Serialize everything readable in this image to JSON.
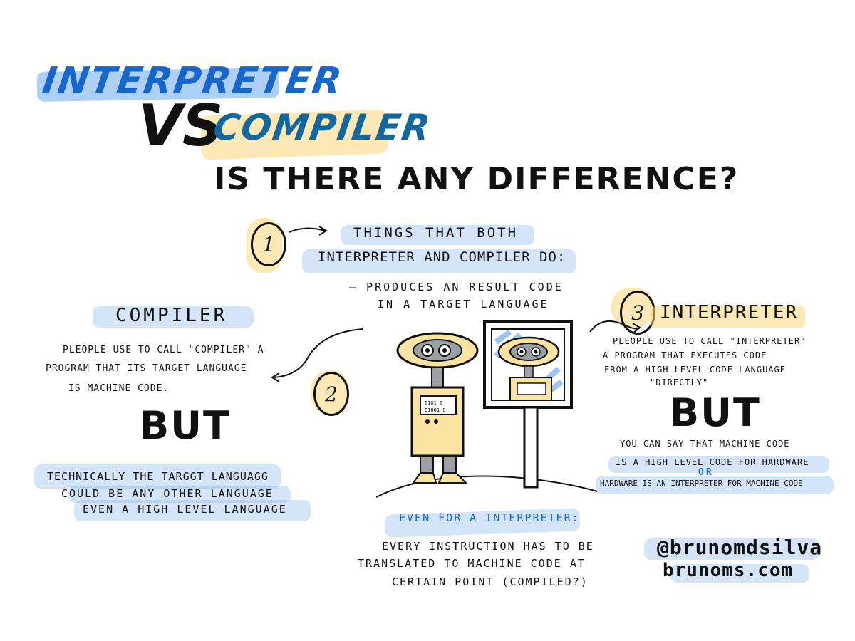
{
  "title": {
    "line1": "INTERPRETER",
    "vs": "VS",
    "line2": "COMPILER",
    "question": "IS THERE ANY DIFFERENCE?"
  },
  "section1": {
    "number": "1",
    "heading_line1": "THINGS THAT BOTH",
    "heading_line2": "INTERPRETER AND COMPILER DO:",
    "point_line1": "— PRODUCES AN RESULT CODE",
    "point_line2": "IN A TARGET LANGUAGE"
  },
  "section2": {
    "number": "2",
    "heading": "COMPILER",
    "desc_line1": "PLEOPLE USE TO CALL \"COMPILER\" A",
    "desc_line2": "PROGRAM THAT ITS TARGET LANGUAGE",
    "desc_line3": "IS MACHINE CODE.",
    "but": "BUT",
    "note_line1": "TECHNICALLY THE TARGGT LANGUAGG",
    "note_line2": "COULD BE ANY OTHER LANGUAGE",
    "note_line3": "EVEN A HIGH LEVEL LANGUAGE"
  },
  "section3": {
    "number": "3",
    "heading": "INTERPRETER",
    "desc_line1": "PLEOPLE USE TO CALL \"INTERPRETER\"",
    "desc_line2": "A PROGRAM THAT EXECUTES CODE",
    "desc_line3": "FROM A HIGH LEVEL CODE LANGUAGE",
    "desc_line4": "\"DIRECTLY\"",
    "but": "BUT",
    "note_line1": "YOU CAN SAY THAT MACHINE CODE",
    "note_line2": "IS A HIGH LEVEL CODE FOR HARDWARE",
    "note_or": "OR",
    "note_line3": "HARDWARE IS AN INTERPRETER FOR MACHINE CODE"
  },
  "bottom": {
    "heading": "EVEN FOR A INTERPRETER:",
    "line1": "EVERY INSTRUCTION HAS TO BE",
    "line2": "TRANSLATED TO MACHINE CODE AT",
    "line3": "CERTAIN POINT (COMPILED?)"
  },
  "credits": {
    "handle": "@brunomdsilva",
    "site": "brunoms.com"
  },
  "colors": {
    "blue": "#1766c9",
    "highlight_blue": "#4d96eb",
    "highlight_yellow": "#fad778",
    "robot_yellow": "#fbe3a1",
    "robot_gray": "#9aa0a6"
  }
}
